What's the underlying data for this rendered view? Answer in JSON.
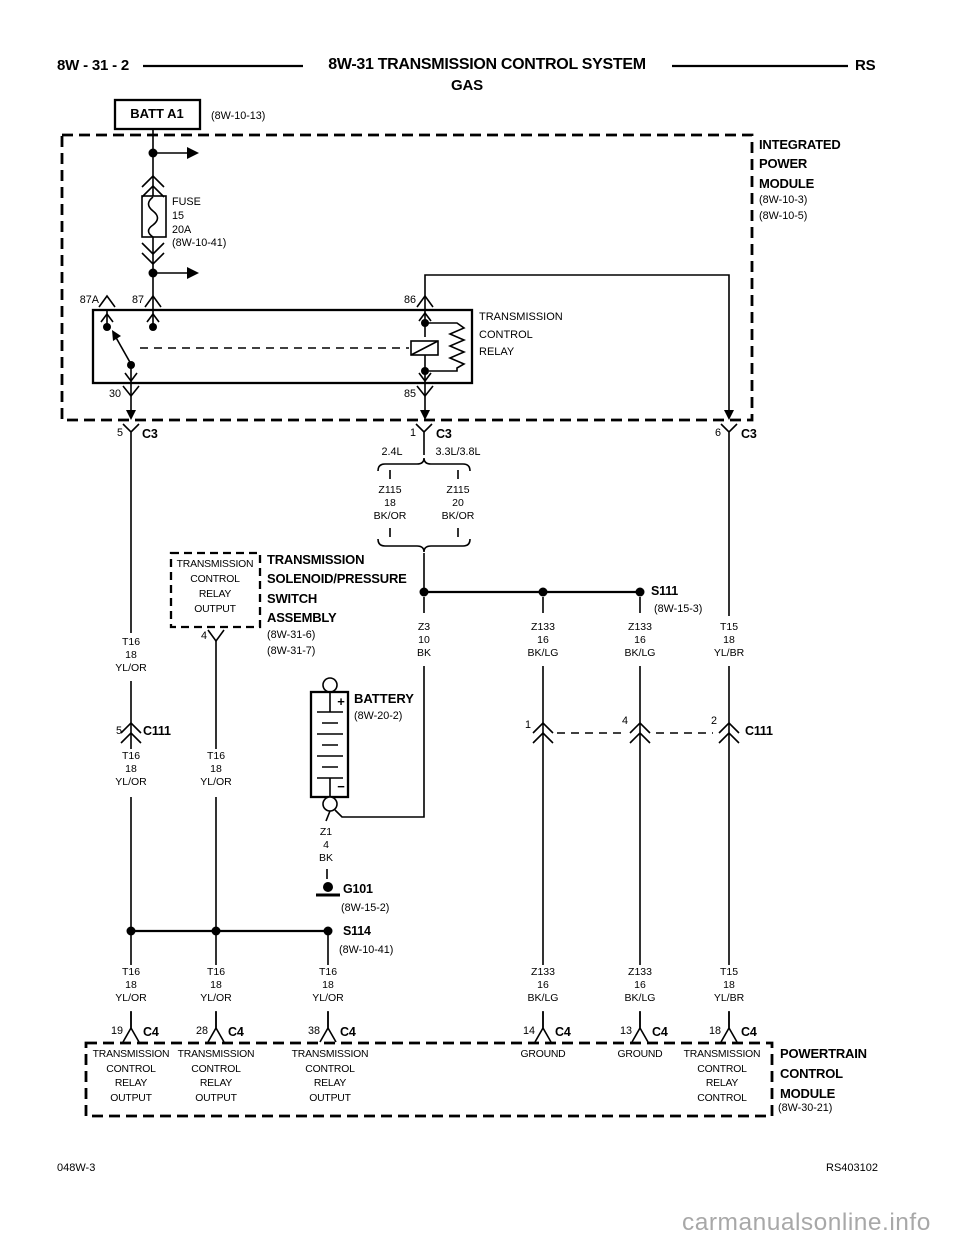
{
  "colors": {
    "ink": "#000000",
    "paper": "#ffffff",
    "watermark": "#a8a8a8"
  },
  "header": {
    "page_id": "8W - 31 - 2",
    "title": "8W-31 TRANSMISSION CONTROL SYSTEM",
    "engine": "GAS",
    "platform": "RS"
  },
  "battery_feed": {
    "name": "BATT A1",
    "ref": "(8W-10-13)"
  },
  "ipm": {
    "name": [
      "INTEGRATED",
      "POWER",
      "MODULE"
    ],
    "refs": [
      "(8W-10-3)",
      "(8W-10-5)"
    ]
  },
  "fuse": {
    "name": "FUSE",
    "number": "15",
    "rating": "20A",
    "ref": "(8W-10-41)"
  },
  "relay": {
    "name": [
      "TRANSMISSION",
      "CONTROL",
      "RELAY"
    ],
    "pin_87a": "87A",
    "pin_87": "87",
    "pin_86": "86",
    "pin_30": "30",
    "pin_85": "85"
  },
  "c3": {
    "name": "C3",
    "pins": [
      "5",
      "1",
      "6"
    ]
  },
  "engines": {
    "left": "2.4L",
    "right": "3.3L/3.8L"
  },
  "wires": {
    "z115_18": [
      "Z115",
      "18",
      "BK/OR"
    ],
    "z115_20": [
      "Z115",
      "20",
      "BK/OR"
    ],
    "z3": [
      "Z3",
      "10",
      "BK"
    ],
    "z1": [
      "Z1",
      "4",
      "BK"
    ],
    "t16": [
      "T16",
      "18",
      "YL/OR"
    ],
    "t15": [
      "T15",
      "18",
      "YL/BR"
    ],
    "z133": [
      "Z133",
      "16",
      "BK/LG"
    ]
  },
  "s111": {
    "name": "S111",
    "ref": "(8W-15-3)"
  },
  "s114": {
    "name": "S114",
    "ref": "(8W-10-41)"
  },
  "g101": {
    "name": "G101",
    "ref": "(8W-15-2)"
  },
  "battery": {
    "name": "BATTERY",
    "ref": "(8W-20-2)",
    "positive": "+",
    "negative": "−"
  },
  "solenoid": {
    "name": [
      "TRANSMISSION",
      "SOLENOID/PRESSURE",
      "SWITCH",
      "ASSEMBLY"
    ],
    "refs": [
      "(8W-31-6)",
      "(8W-31-7)"
    ],
    "relay_output_box": [
      "TRANSMISSION",
      "CONTROL",
      "RELAY",
      "OUTPUT"
    ],
    "pin": "4"
  },
  "c111": {
    "name": "C111",
    "pins_left": [
      "5"
    ],
    "pins_right": [
      "1",
      "4",
      "2"
    ]
  },
  "c4": {
    "name": "C4",
    "pins": [
      "19",
      "28",
      "38",
      "14",
      "13",
      "18"
    ]
  },
  "pcm": {
    "name": [
      "POWERTRAIN",
      "CONTROL",
      "MODULE"
    ],
    "ref": "(8W-30-21)",
    "fn_output": [
      "TRANSMISSION",
      "CONTROL",
      "RELAY",
      "OUTPUT"
    ],
    "fn_ground": "GROUND",
    "fn_control": [
      "TRANSMISSION",
      "CONTROL",
      "RELAY",
      "CONTROL"
    ]
  },
  "footer": {
    "doc": "048W-3",
    "sheet": "RS403102",
    "watermark": "carmanualsonline.info"
  }
}
